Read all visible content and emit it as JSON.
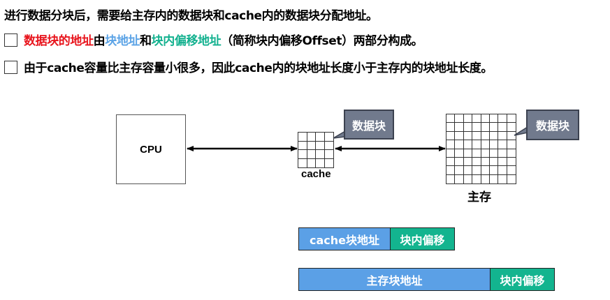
{
  "text": {
    "line1": "进行数据分块后，需要给主存内的数据块和cache内的数据块分配地址。",
    "line2": {
      "part_red": "数据块的地址",
      "part_plain1": "由",
      "part_blue": "块地址",
      "part_plain2": "和",
      "part_teal": "块内偏移地址",
      "part_plain3": "（简称块内偏移Offset）两部分构成。"
    },
    "line3": "由于cache容量比主存容量小很多，因此cache内的块地址长度小于主存内的块地址长度。"
  },
  "colors": {
    "red": "#e8141c",
    "blue": "#5ba3e6",
    "teal": "#13b18f",
    "callout_bg": "#717a8d"
  },
  "diagram": {
    "cpu_label": "CPU",
    "cache_label": "cache",
    "memory_label": "主存",
    "cache_callout": "数据块",
    "memory_callout": "数据块",
    "cache_grid": {
      "rows": 4,
      "cols": 4
    },
    "memory_grid": {
      "rows": 8,
      "cols": 8
    }
  },
  "address_formats": {
    "cache": {
      "block_address": "cache块地址",
      "offset": "块内偏移"
    },
    "memory": {
      "block_address": "主存块地址",
      "offset": "块内偏移"
    }
  }
}
